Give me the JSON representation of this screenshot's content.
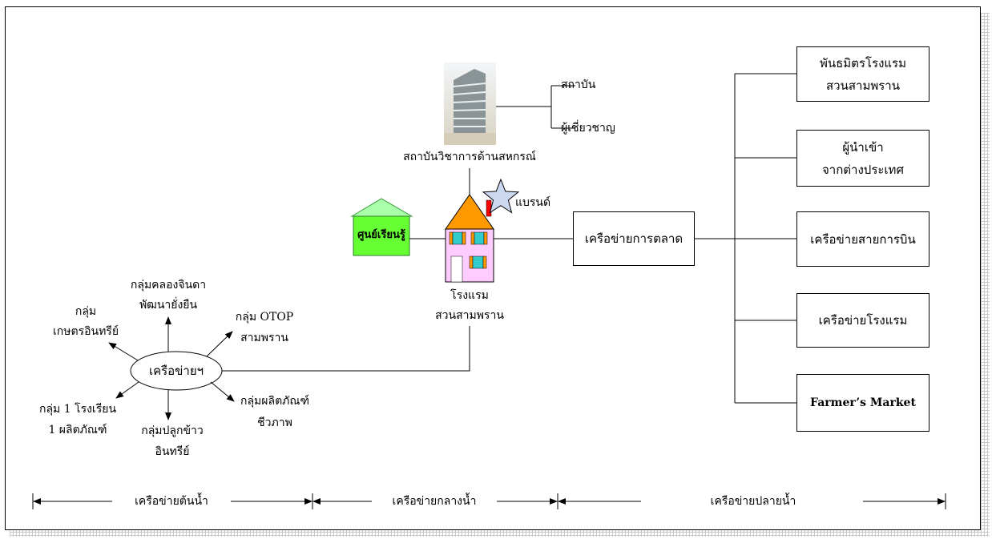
{
  "institute": {
    "label": "สถาบันวิชาการด้านสหกรณ์",
    "branch_1": "สถาบัน",
    "branch_2": "ผู้เชี่ยวชาญ"
  },
  "hotel": {
    "line_1": "โรงแรม",
    "line_2": "สวนสามพราน",
    "brand_label": "แบรนด์",
    "learning_center": "ศูนย์เรียนรู้"
  },
  "marketing_network": "เครือข่ายการตลาด",
  "partners": [
    {
      "line_1": "พันธมิตรโรงแรม",
      "line_2": "สวนสามพราน"
    },
    {
      "line_1": "ผู้นำเข้า",
      "line_2": "จากต่างประเทศ"
    },
    {
      "line_1": "เครือข่ายสายการบิน",
      "line_2": ""
    },
    {
      "line_1": "เครือข่ายโรงแรม",
      "line_2": ""
    },
    {
      "line_1": "Farmer’s Market",
      "line_2": ""
    }
  ],
  "network_hub": "เครือข่ายฯ",
  "groups": {
    "canal": {
      "line_1": "กลุ่มคลองจินดา",
      "line_2": "พัฒนายั่งยืน"
    },
    "otop": {
      "line_1": "กลุ่ม OTOP",
      "line_2": "สามพราน"
    },
    "organic_farm": {
      "line_1": "กลุ่ม",
      "line_2": "เกษตรอินทรีย์"
    },
    "bio_product": {
      "line_1": "กลุ่มผลิตภัณฑ์",
      "line_2": "ชีวภาพ"
    },
    "school": {
      "line_1": "กลุ่ม 1 โรงเรียน",
      "line_2": "1 ผลิตภัณฑ์"
    },
    "rice": {
      "line_1": "กลุ่มปลูกข้าว",
      "line_2": "อินทรีย์"
    }
  },
  "stream_labels": {
    "upstream": "เครือข่ายต้นน้ำ",
    "midstream": "เครือข่ายกลางน้ำ",
    "downstream": "เครือข่ายปลายน้ำ"
  },
  "colors": {
    "roof": "#ff9900",
    "wall": "#ffccff",
    "window": "#33cccc",
    "shutter": "#ff9900",
    "chimney": "#ff0000",
    "center_box": "#66ff33",
    "center_roof": "#aaffaa",
    "star": "#ccd8f0"
  }
}
